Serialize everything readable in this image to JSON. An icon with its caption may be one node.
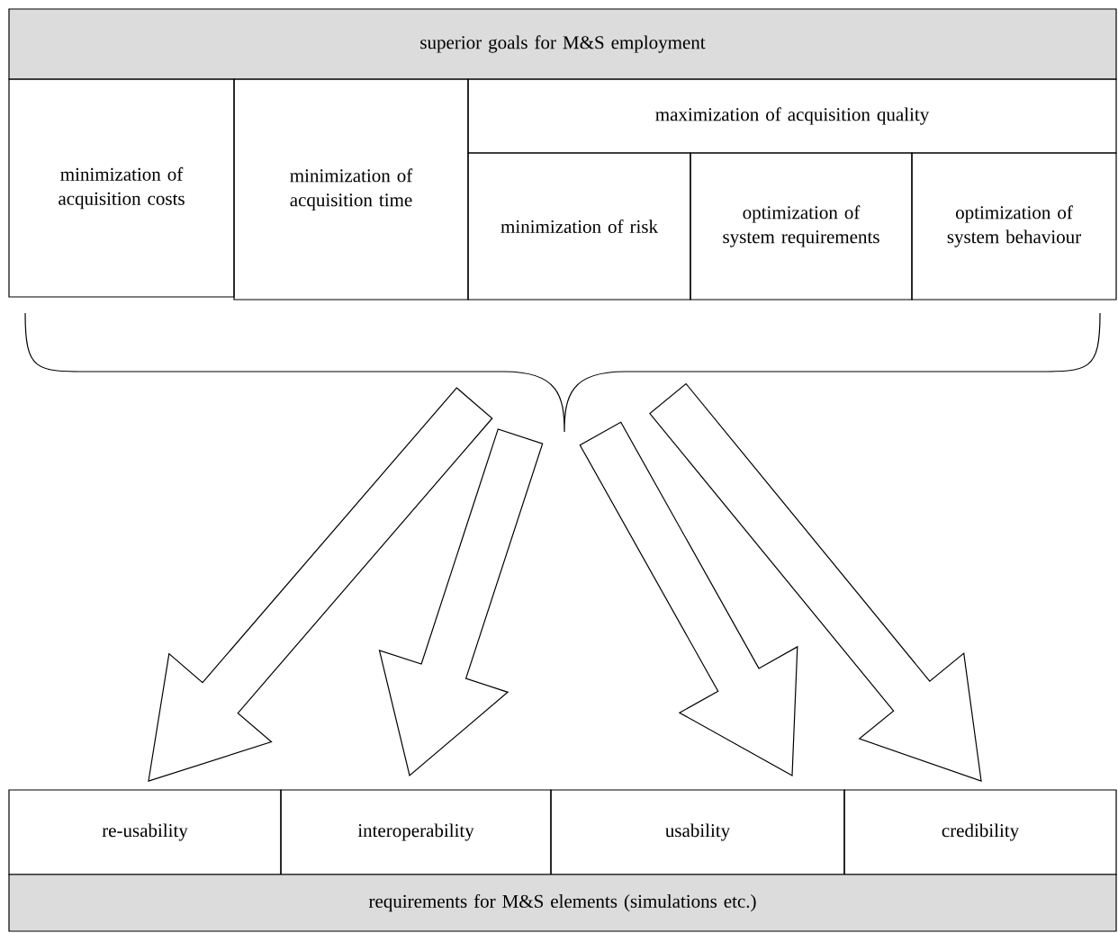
{
  "diagram": {
    "nodes": [
      {
        "text": [
          "superior goals for M&S employment"
        ]
      },
      {
        "text": [
          "minimization of acquisition costs"
        ]
      },
      {
        "text": [
          "minimization of acquisition time"
        ]
      },
      {
        "text": [
          "maximization of acquisition quality"
        ]
      },
      {
        "text": [
          "minimization of risk"
        ]
      },
      {
        "text": [
          "optimization of system requirements"
        ]
      },
      {
        "text": [
          "optimization of system behaviour"
        ]
      },
      {
        "text": [],
        "shape": "brace"
      },
      {
        "text": [
          "re-usability"
        ]
      },
      {
        "text": [
          "interoperability"
        ]
      },
      {
        "text": [
          "usability"
        ]
      },
      {
        "text": [
          "credibility"
        ]
      },
      {
        "text": [
          "requirements for M&S elements (simulations etc.)"
        ]
      }
    ],
    "edges": [
      {
        "from": 7,
        "to": 8,
        "arrow": "to"
      },
      {
        "from": 7,
        "to": 9,
        "arrow": "to"
      },
      {
        "from": 7,
        "to": 10,
        "arrow": "to"
      },
      {
        "from": 7,
        "to": 11,
        "arrow": "to"
      }
    ]
  }
}
